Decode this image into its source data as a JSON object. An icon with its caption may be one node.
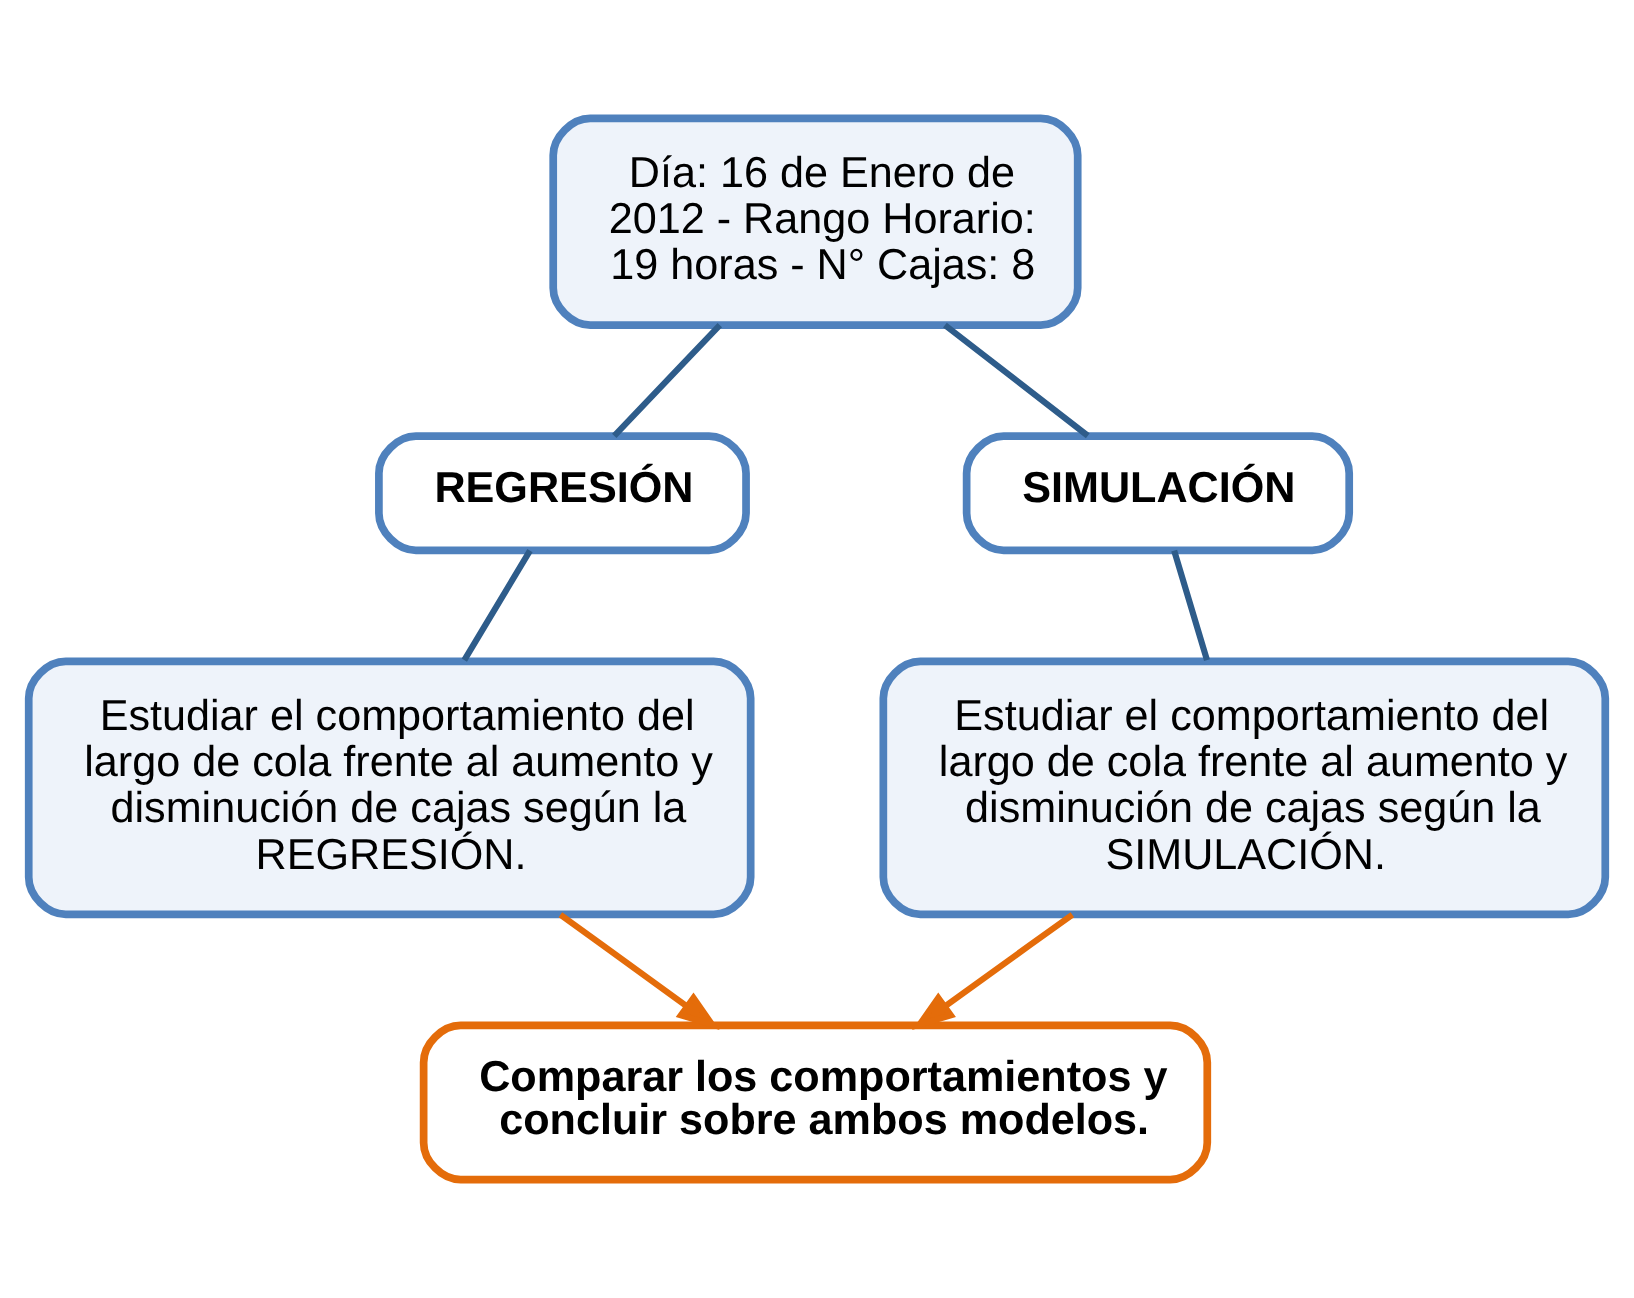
{
  "diagram": {
    "nodes": [
      {
        "text": [
          "Día: 16 de Enero de 2012 - Rango Horario: 19 horas - N° Cajas: 8"
        ]
      },
      {
        "text": [
          "REGRESIÓN"
        ]
      },
      {
        "text": [
          "SIMULACIÓN"
        ]
      },
      {
        "text": [
          "Estudiar el comportamiento del largo de cola frente al aumento y disminución de cajas según la REGRESIÓN."
        ]
      },
      {
        "text": [
          "Estudiar el comportamiento del largo de cola frente al aumento y disminución de cajas según la SIMULACIÓN."
        ]
      },
      {
        "text": [
          "Comparar los comportamientos y concluir sobre ambos modelos."
        ]
      }
    ],
    "edges": [
      {
        "from": 0,
        "to": 1,
        "arrow": "none"
      },
      {
        "from": 0,
        "to": 2,
        "arrow": "none"
      },
      {
        "from": 1,
        "to": 3,
        "arrow": "none"
      },
      {
        "from": 2,
        "to": 4,
        "arrow": "none"
      },
      {
        "from": 3,
        "to": 5,
        "arrow": "to",
        "color": "#e46c0a"
      },
      {
        "from": 4,
        "to": 5,
        "arrow": "to",
        "color": "#e46c0a"
      }
    ]
  }
}
